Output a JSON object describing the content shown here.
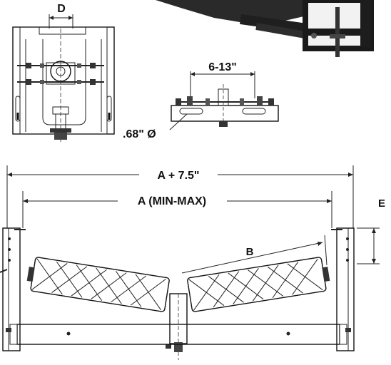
{
  "labels": {
    "top_view_dim": "D",
    "side_view_dim": "6-13\"",
    "hole_dia": ".68\" Ø",
    "overall_width": "A + 7.5\"",
    "inner_width": "A (MIN-MAX)",
    "roll_length": "B",
    "height_dim": "E"
  }
}
